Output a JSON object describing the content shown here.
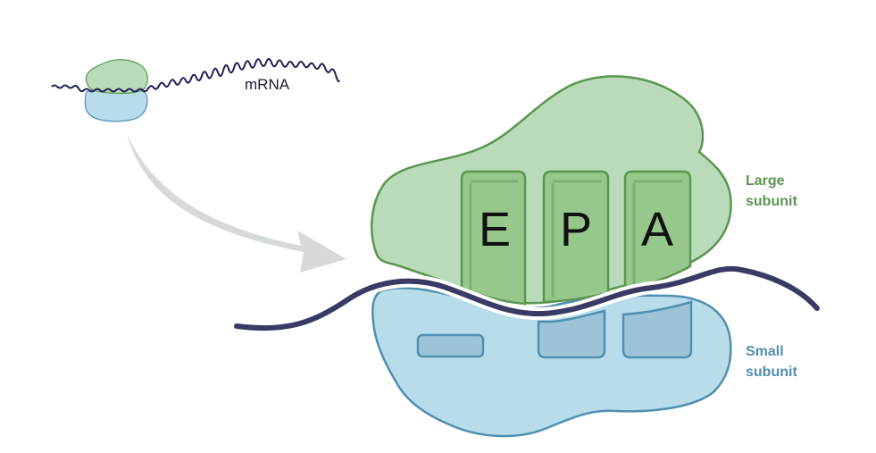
{
  "labels": {
    "mrna": "mRNA",
    "large_subunit_line1": "Large",
    "large_subunit_line2": "subunit",
    "small_subunit_line1": "Small",
    "small_subunit_line2": "subunit"
  },
  "sites": [
    {
      "letter": "E"
    },
    {
      "letter": "P"
    },
    {
      "letter": "A"
    }
  ],
  "colors": {
    "large_fill": "#b9dbb9",
    "large_stroke": "#5a9650",
    "site_fill": "#96c88c",
    "site_stroke": "#5a9650",
    "small_fill": "#b8dcea",
    "small_stroke": "#4f8fb0",
    "pocket_fill": "#9dc4d6",
    "mrna_strand": "#3a3a66",
    "arrow": "#d6d9dc",
    "large_label": "#5a9650",
    "small_label": "#4f8fb0"
  }
}
